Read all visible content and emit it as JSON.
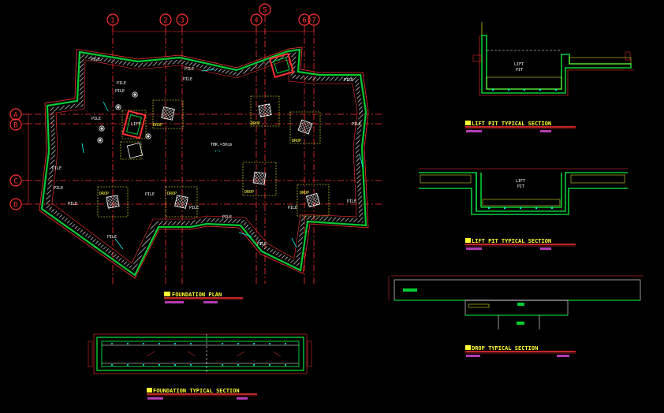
{
  "grid": {
    "columns": [
      "1",
      "2",
      "3",
      "4",
      "5",
      "6",
      "7"
    ],
    "rows": [
      "A",
      "B",
      "C",
      "D"
    ]
  },
  "plan": {
    "title": "FOUNDATION PLAN",
    "center_note": "THK.=30cm",
    "pile_label": "PILE",
    "drop_label": "DROP",
    "lift_label": "LIFT"
  },
  "sections": {
    "lift_pit_1": {
      "title": "LIFT PIT TYPICAL SECTION",
      "label_line1": "LIFT",
      "label_line2": "PIT"
    },
    "lift_pit_2": {
      "title": "LIFT PIT TYPICAL SECTION",
      "label_line1": "LIFT",
      "label_line2": "PIT"
    },
    "drop": {
      "title": "DROP TYPICAL SECTION"
    },
    "foundation": {
      "title": "FOUNDATION TYPICAL SECTION"
    }
  },
  "colors": {
    "background": "#000000",
    "wall": "#00cc33",
    "outline": "#ff3333",
    "hatch": "#dddddd",
    "drop": "#ffff33",
    "title_bar": "#ffff33",
    "title_underline": "#ff3333",
    "meta": "#ff55ff",
    "label": "#ffffff",
    "accent": "#00ffff"
  }
}
